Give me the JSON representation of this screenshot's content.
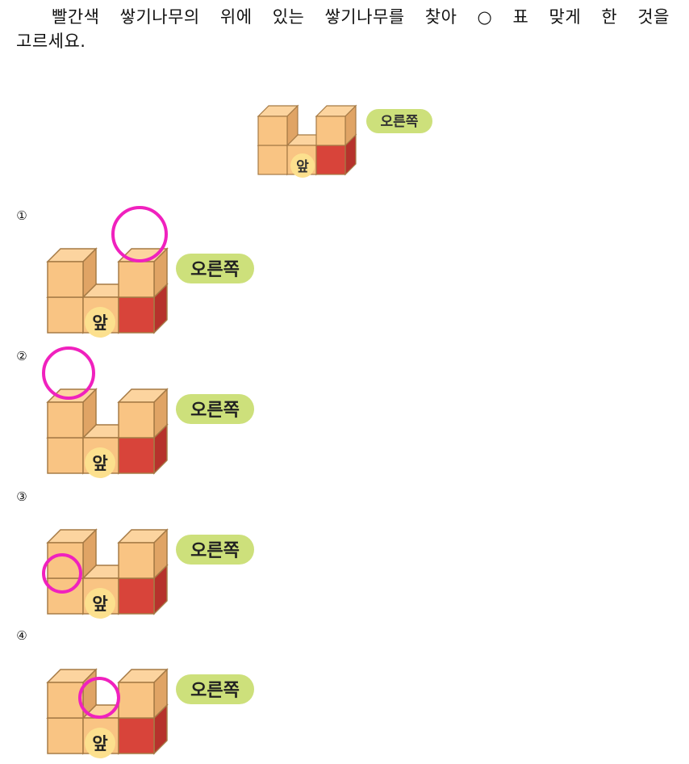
{
  "question": {
    "line1_words": [
      "빨간색",
      "쌓기나무의",
      "위에",
      "있는",
      "쌓기나무를",
      "찾아",
      "○",
      "표",
      "맞게",
      "한",
      "것을"
    ],
    "line2": "고르세요."
  },
  "figure_labels": {
    "right": "오른쪽",
    "front": "앞"
  },
  "options": [
    {
      "number": "①",
      "circled_block": "top-right"
    },
    {
      "number": "②",
      "circled_block": "top-left"
    },
    {
      "number": "③",
      "circled_block": "bottom-left-corner"
    },
    {
      "number": "④",
      "circled_block": "bottom-middle"
    }
  ],
  "colors": {
    "block_front": "#F9C483",
    "block_top": "#FCD49F",
    "block_side": "#E0A465",
    "block_edge": "#A57A45",
    "red_front": "#D8443A",
    "red_side": "#B6322C",
    "right_label_bg": "#CDE07B",
    "front_label_bg": "#FCE08E",
    "circle": "#F021BE"
  }
}
